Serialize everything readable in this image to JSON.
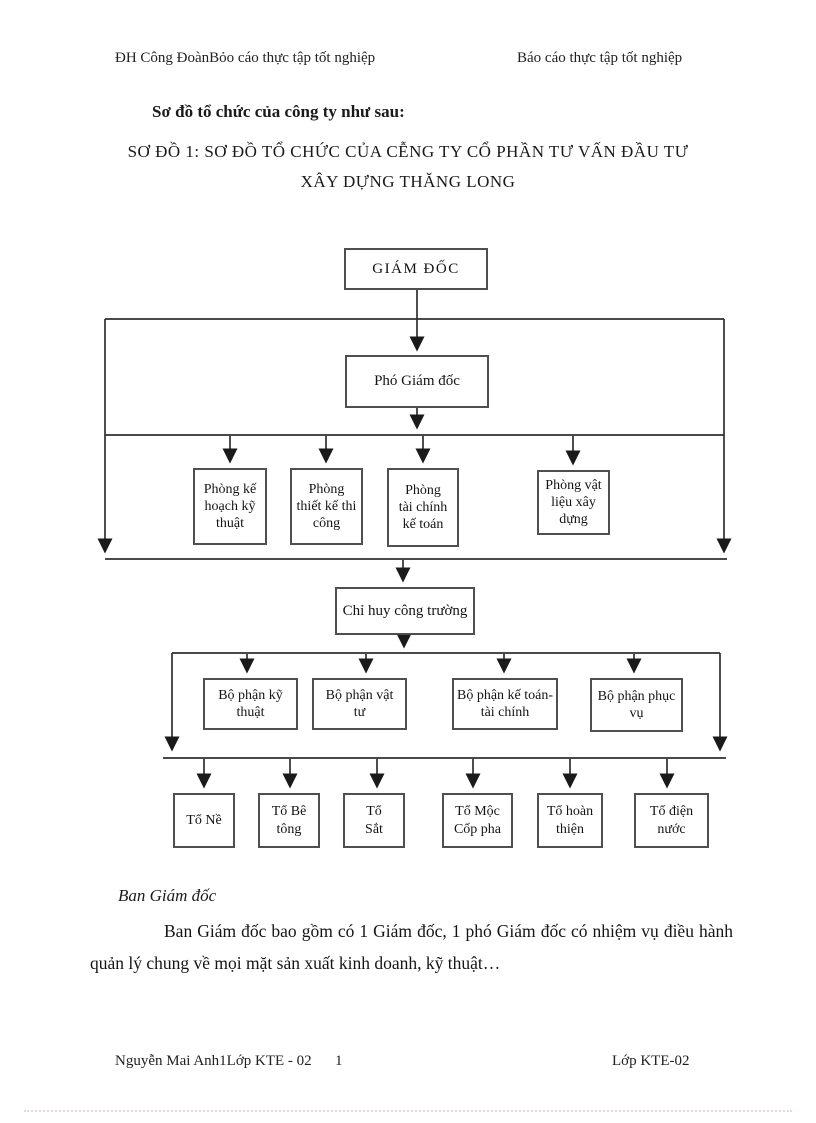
{
  "header": {
    "left": "ĐH Công ĐoànBỏo cáo thực tập tốt nghiệp",
    "right": "Báo cáo thực tập tốt nghiệp"
  },
  "intro_text": "Sơ đồ tổ chức của công ty như sau:",
  "diagram_title": {
    "line1": "SƠ ĐỒ 1: SƠ ĐỒ TỔ CHỨC CỦA CỄNG TY CỔ PHẦN TƯ VẤN ĐẦU TƯ",
    "line2": "XÂY DỰNG THĂNG LONG"
  },
  "org_chart": {
    "director": "GIÁM ĐỐC",
    "deputy": "Phó Giám đốc",
    "departments": [
      "Phòng kế\nhoạch kỹ\nthuật",
      "Phòng\nthiết kế thi\ncông",
      "Phòng\ntài chính\nkế toán",
      "Phòng vật\nliệu xây\ndựng"
    ],
    "site_command": "Chỉ huy công trường",
    "sections": [
      "Bộ phận kỹ\nthuật",
      "Bộ phận vật\ntư",
      "Bộ phận kế toán-\ntài chính",
      "Bộ phận phục\nvụ"
    ],
    "teams": [
      "Tổ Nề",
      "Tổ Bê\ntông",
      "Tổ\nSắt",
      "Tổ Mộc\nCốp pha",
      "Tổ hoàn\nthiện",
      "Tổ điện\nnước"
    ]
  },
  "body": {
    "heading": "Ban Giám đốc",
    "paragraph": "Ban Giám đốc bao gồm có 1 Giám đốc, 1 phó Giám đốc có nhiệm vụ điều hành quản lý chung về mọi mặt sản xuất kinh doanh, kỹ thuật…"
  },
  "footer": {
    "left": "Nguyễn Mai Anh1Lớp KTE - 02",
    "page_number": "1",
    "right": "Lớp KTE-02"
  }
}
